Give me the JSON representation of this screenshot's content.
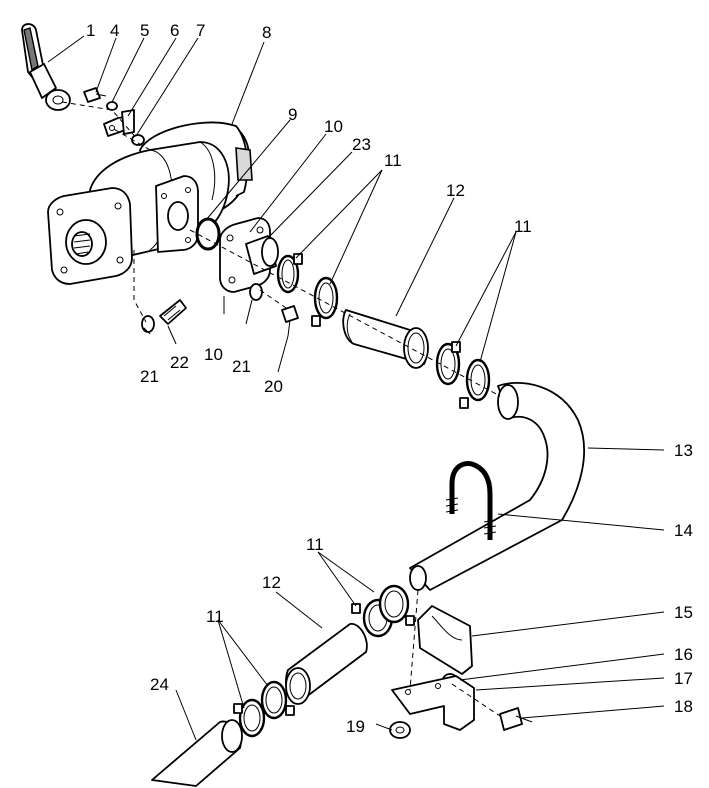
{
  "callouts": {
    "c1": "1",
    "c4": "4",
    "c5": "5",
    "c6": "6",
    "c7": "7",
    "c8": "8",
    "c9": "9",
    "c10a": "10",
    "c23": "23",
    "c11a": "11",
    "c12a": "12",
    "c11b": "11",
    "c13": "13",
    "c14": "14",
    "c11c": "11",
    "c12b": "12",
    "c15": "15",
    "c11d": "11",
    "c16": "16",
    "c24": "24",
    "c17": "17",
    "c18": "18",
    "c19": "19",
    "c21a": "21",
    "c22": "22",
    "c10b": "10",
    "c21b": "21",
    "c20": "20"
  }
}
